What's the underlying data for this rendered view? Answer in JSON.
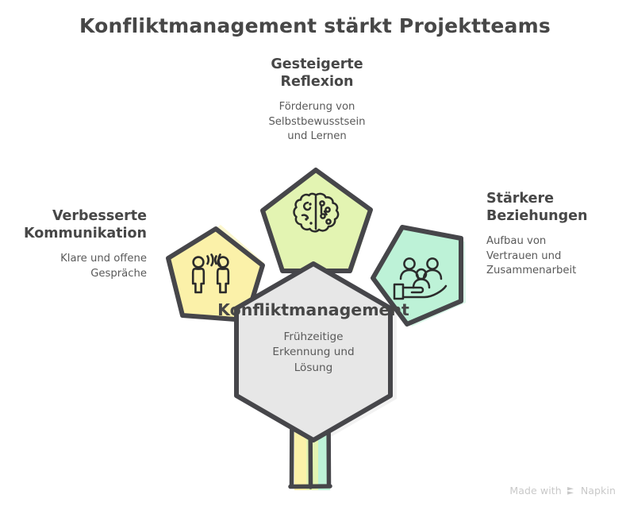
{
  "title": "Konfliktmanagement stärkt Projektteams",
  "center": {
    "title": "Konfliktmanagement",
    "description": "Frühzeitige\nErkennung und\nLösung",
    "shape": "hexagon",
    "fill": "#e7e7e7",
    "stroke": "#46464a",
    "icon": "hexagon-core"
  },
  "branches": [
    {
      "id": "reflexion",
      "position": "top",
      "title": "Gesteigerte\nReflexion",
      "description": "Förderung von\nSelbstbewusstsein\nund Lernen",
      "shape": "pentagon",
      "fill": "#e3f4b2",
      "stroke": "#46464a",
      "icon": "brain-icon"
    },
    {
      "id": "kommunikation",
      "position": "left",
      "title": "Verbesserte\nKommunikation",
      "description": "Klare und offene\nGespräche",
      "shape": "pentagon",
      "fill": "#fbf1a9",
      "stroke": "#46464a",
      "icon": "two-people-talking-icon"
    },
    {
      "id": "beziehungen",
      "position": "right",
      "title": "Stärkere\nBeziehungen",
      "description": "Aufbau von\nVertrauen und\nZusammenarbeit",
      "shape": "pentagon",
      "fill": "#bdf2d7",
      "stroke": "#46464a",
      "icon": "hand-holding-people-icon"
    }
  ],
  "stem": {
    "stripes": [
      "#fbf1a9",
      "#e3f4b2",
      "#bdf2d7"
    ],
    "stroke": "#46464a"
  },
  "watermark": {
    "text_before": "Made with",
    "brand": "Napkin",
    "icon": "napkin-chevrons-icon"
  },
  "colors": {
    "background": "#ffffff",
    "text_dark": "#474747",
    "text_body": "#5a5a5a",
    "outline": "#46464a",
    "watermark": "#c9c9c9"
  }
}
